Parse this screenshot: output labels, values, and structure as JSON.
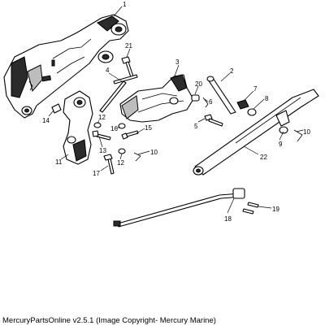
{
  "caption": "MercuryPartsOnline v2.5.1 (Image Copyright- Mercury Marine)",
  "callouts": [
    "1",
    "2",
    "3",
    "4",
    "5",
    "6",
    "7",
    "8",
    "9",
    "10",
    "10",
    "11",
    "12",
    "12",
    "13",
    "14",
    "15",
    "16",
    "17",
    "18",
    "19",
    "20",
    "21",
    "22"
  ]
}
